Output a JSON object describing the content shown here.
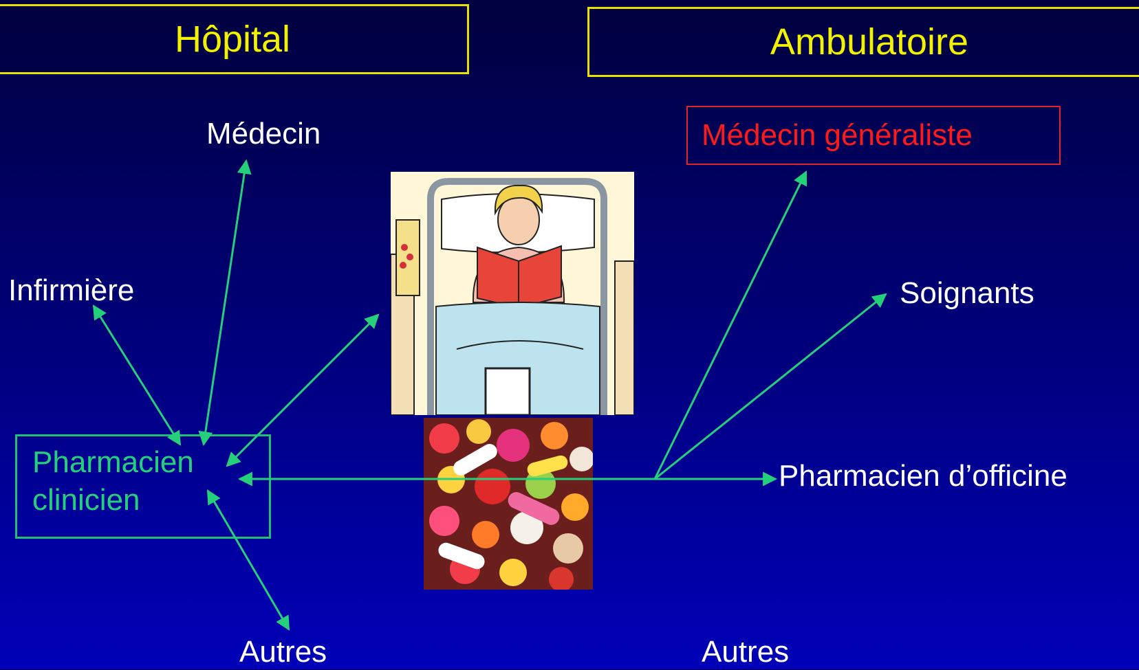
{
  "headers": {
    "hospital": "Hôpital",
    "ambulatory": "Ambulatoire"
  },
  "hospital_side": {
    "doctor": "Médecin",
    "nurse": "Infirmière",
    "clinical_pharmacist": [
      "Pharmacien",
      "clinicien"
    ],
    "others": "Autres"
  },
  "ambulatory_side": {
    "general_practitioner": "Médecin généraliste",
    "caregivers": "Soignants",
    "community_pharmacist": "Pharmacien d’officine",
    "others": "Autres"
  },
  "colors": {
    "header": "#f2f200",
    "arrow": "#25d07a",
    "gp": "#ff1a1a",
    "text": "#ffffff"
  }
}
